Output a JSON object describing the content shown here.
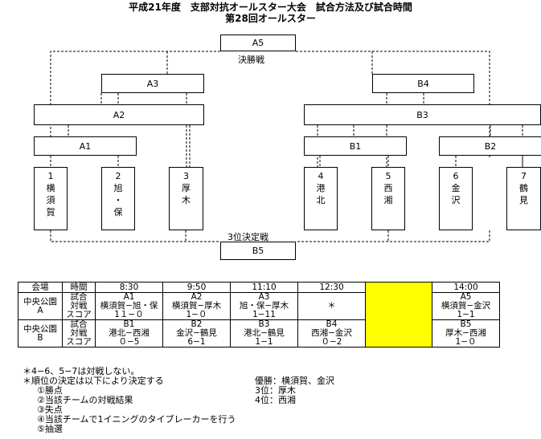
{
  "title": {
    "line1": "平成21年度　支部対抗オールスター大会　試合方法及び試合時間",
    "line2": "第28回オールスター"
  },
  "bracket": {
    "final": "A5",
    "final_label": "決勝戦",
    "third": "B5",
    "third_label": "3位決定戦",
    "a3": "A3",
    "b4": "B4",
    "a2": "A2",
    "b3": "B3",
    "a1": "A1",
    "b1": "B1",
    "b2": "B2",
    "teams": [
      {
        "num": "1",
        "c1": "横",
        "c2": "須",
        "c3": "賀"
      },
      {
        "num": "2",
        "c1": "旭",
        "c2": "・",
        "c3": "保"
      },
      {
        "num": "3",
        "c1": "厚",
        "c2": "木",
        "c3": ""
      },
      {
        "num": "4",
        "c1": "港",
        "c2": "北",
        "c3": ""
      },
      {
        "num": "5",
        "c1": "西",
        "c2": "湘",
        "c3": ""
      },
      {
        "num": "6",
        "c1": "金",
        "c2": "沢",
        "c3": ""
      },
      {
        "num": "7",
        "c1": "鶴",
        "c2": "見",
        "c3": ""
      }
    ]
  },
  "schedule": {
    "headers": [
      "会場",
      "時間",
      "8:30",
      "9:50",
      "11:10",
      "12:30",
      "",
      "14:00"
    ],
    "rows": [
      {
        "venue": [
          "中央公園",
          "A"
        ],
        "side": [
          "試合",
          "対戦",
          "スコア"
        ],
        "games": [
          [
            "A1",
            "横須賀−旭・保",
            "1１−０"
          ],
          [
            "A2",
            "横須賀−厚木",
            "1−０"
          ],
          [
            "A3",
            "旭・保−厚木",
            "1−11"
          ],
          [
            "",
            "＊",
            ""
          ],
          [
            "",
            "",
            ""
          ],
          [
            "A5",
            "横須賀−金沢",
            "1−1"
          ]
        ]
      },
      {
        "venue": [
          "中央公園",
          "B"
        ],
        "side": [
          "試合",
          "対戦",
          "スコア"
        ],
        "games": [
          [
            "B1",
            "港北−西湘",
            "０−5"
          ],
          [
            "B2",
            "金沢−鶴見",
            "6−1"
          ],
          [
            "B3",
            "港北−鶴見",
            "1−1"
          ],
          [
            "B4",
            "西湘−金沢",
            "０−2"
          ],
          [
            "",
            "",
            ""
          ],
          [
            "B5",
            "厚木−西湘",
            "1−０"
          ]
        ]
      }
    ]
  },
  "notes": [
    "＊4−6、5−7は対戦しない。",
    "＊順位の決定は以下により決定する",
    "①勝点",
    "②当該チームの対戦結果",
    "③失点",
    "④当該チームで1イニングのタイブレーカーを行う",
    "⑤抽選"
  ],
  "results": [
    "優勝：横須賀、金沢",
    "3位：厚木",
    "4位：西湘"
  ],
  "colors": {
    "highlight": "#ffff00"
  }
}
